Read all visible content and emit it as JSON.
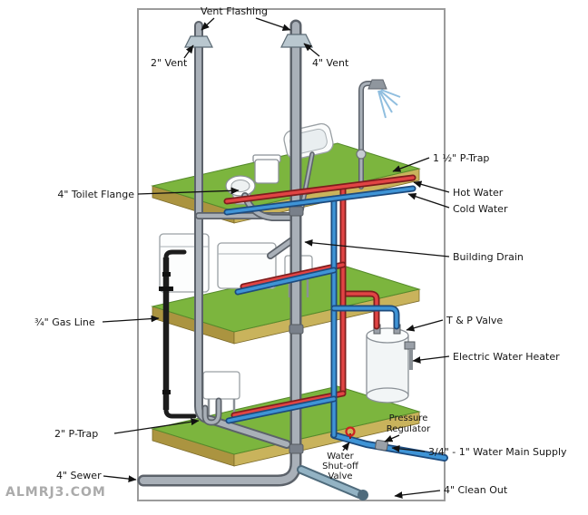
{
  "watermark": "ALMRJ3.COM",
  "colors": {
    "hot_water_pipe": "#e14444",
    "cold_water_pipe": "#3f94d6",
    "drain_vent_pipe": "#a9b0b8",
    "gas_pipe": "#1c1c1c",
    "floor_green": "#7cb53e",
    "floor_edge_tan": "#c9b35c"
  },
  "labels": {
    "vent_flashing": "Vent Flashing",
    "vent_2": "2\" Vent",
    "vent_4": "4\" Vent",
    "p_trap_1_5": "1 ½\" P-Trap",
    "hot_water": "Hot Water",
    "cold_water": "Cold Water",
    "toilet_flange": "4\" Toilet Flange",
    "building_drain": "Building Drain",
    "gas_line": "¾\" Gas Line",
    "tp_valve": "T & P Valve",
    "electric_water_heater": "Electric Water Heater",
    "p_trap_2": "2\" P-Trap",
    "pressure_regulator": [
      "Pressure",
      "Regulator"
    ],
    "water_shutoff": [
      "Water",
      "Shut-off",
      "Valve"
    ],
    "water_main": "3/4\" - 1\" Water Main Supply",
    "sewer": "4\" Sewer",
    "clean_out": "4\" Clean Out"
  }
}
